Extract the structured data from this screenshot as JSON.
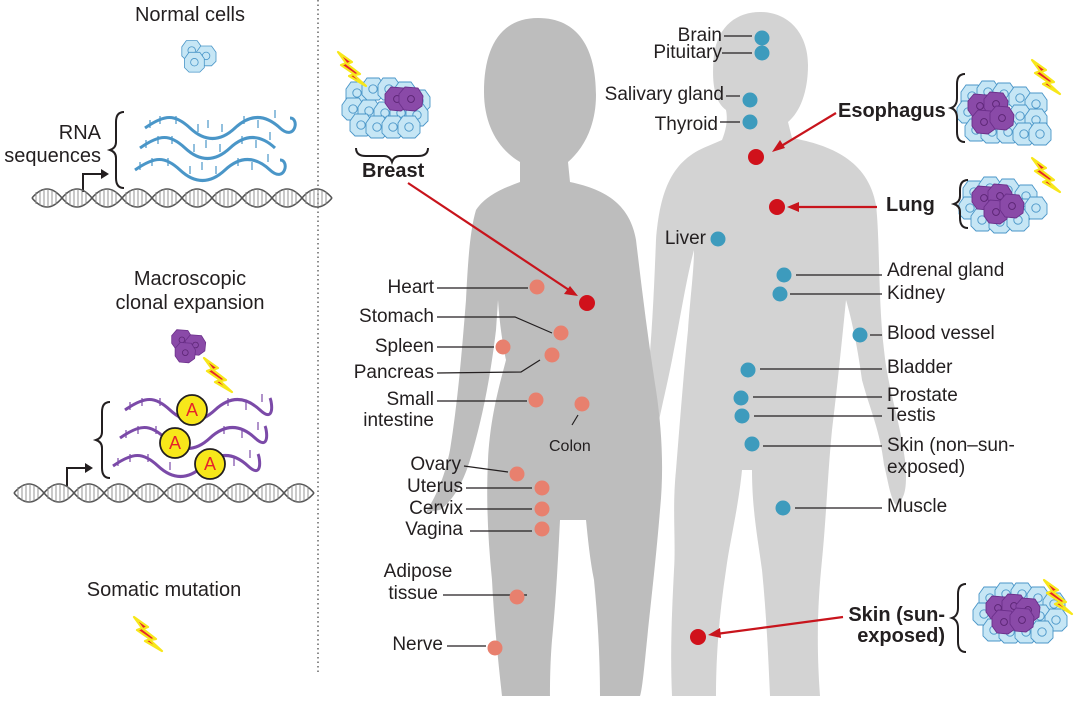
{
  "legend": {
    "normal_cells": "Normal cells",
    "rna_sequences": [
      "RNA",
      "sequences"
    ],
    "clonal_expansion": [
      "Macroscopic",
      "clonal expansion"
    ],
    "somatic_mutation": "Somatic mutation",
    "mutation_allele": "A"
  },
  "colors": {
    "silhouette_female": "#bdbdbd",
    "silhouette_male": "#d3d3d3",
    "female_tissue_dot": "#e8806e",
    "male_tissue_dot": "#3d9bbd",
    "highlight_dot": "#d0111b",
    "arrow": "#c8141c",
    "normal_cell": "#bfe3f3",
    "clone_cell": "#8a4aa8",
    "rna_normal": "#4a96c8",
    "rna_mutant": "#7b4aa8",
    "allele_fill": "#f7e71a",
    "allele_text": "#e5242b"
  },
  "highlighted_tissues": {
    "breast": "Breast",
    "esophagus": "Esophagus",
    "lung": "Lung",
    "skin_sun": [
      "Skin (sun-",
      "exposed)"
    ]
  },
  "female_tissues": {
    "heart": "Heart",
    "stomach": "Stomach",
    "spleen": "Spleen",
    "pancreas": "Pancreas",
    "small_intestine": [
      "Small",
      "intestine"
    ],
    "colon": "Colon",
    "ovary": "Ovary",
    "uterus": "Uterus",
    "cervix": "Cervix",
    "vagina": "Vagina",
    "adipose": [
      "Adipose",
      "tissue"
    ],
    "nerve": "Nerve"
  },
  "male_tissues": {
    "brain": "Brain",
    "pituitary": "Pituitary",
    "salivary": "Salivary gland",
    "thyroid": "Thyroid",
    "liver": "Liver",
    "adrenal": "Adrenal gland",
    "kidney": "Kidney",
    "blood_vessel": "Blood vessel",
    "bladder": "Bladder",
    "prostate": "Prostate",
    "testis": "Testis",
    "skin_non_sun": [
      "Skin (non–sun-",
      "exposed)"
    ],
    "muscle": "Muscle"
  }
}
